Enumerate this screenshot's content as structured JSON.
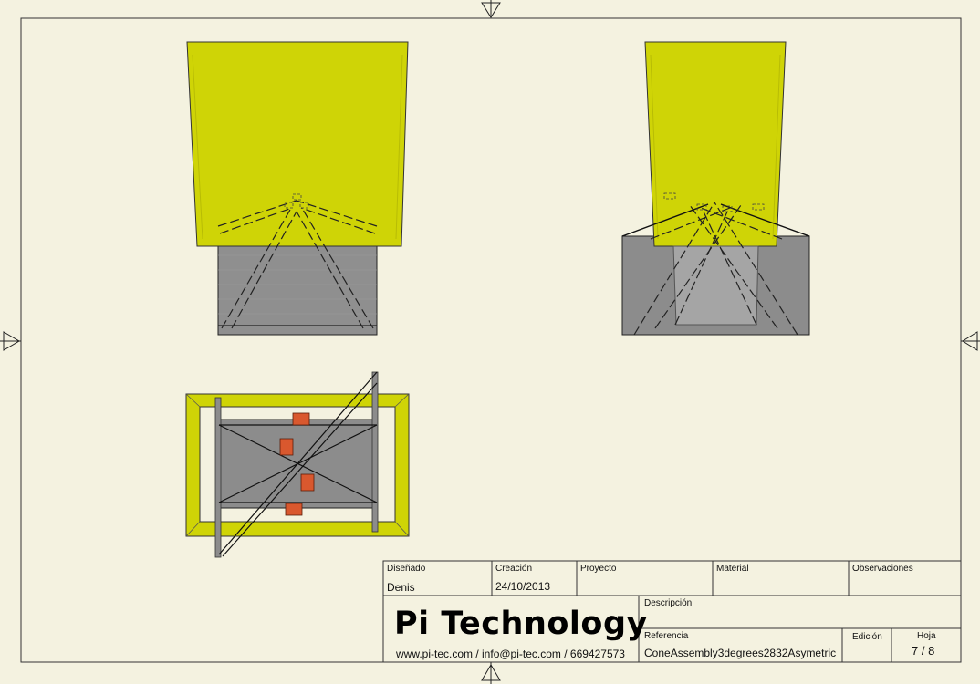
{
  "title_block": {
    "designed_label": "Diseñado",
    "designed_value": "Denis",
    "created_label": "Creación",
    "created_value": "24/10/2013",
    "project_label": "Proyecto",
    "material_label": "Material",
    "observations_label": "Observaciones",
    "description_label": "Descripción",
    "reference_label": "Referencia",
    "reference_value": "ConeAssembly3degrees2832Asymetric",
    "edition_label": "Edición",
    "sheet_label": "Hoja",
    "sheet_value": "7 / 8",
    "company": "Pi Technology",
    "contact": "www.pi-tec.com / info@pi-tec.com / 669427573"
  },
  "colors": {
    "background": "#f4f2e0",
    "cone": "#cfd406",
    "box": "#8c8c8c",
    "bracket": "#d9582e",
    "line": "#1a1a1a"
  }
}
